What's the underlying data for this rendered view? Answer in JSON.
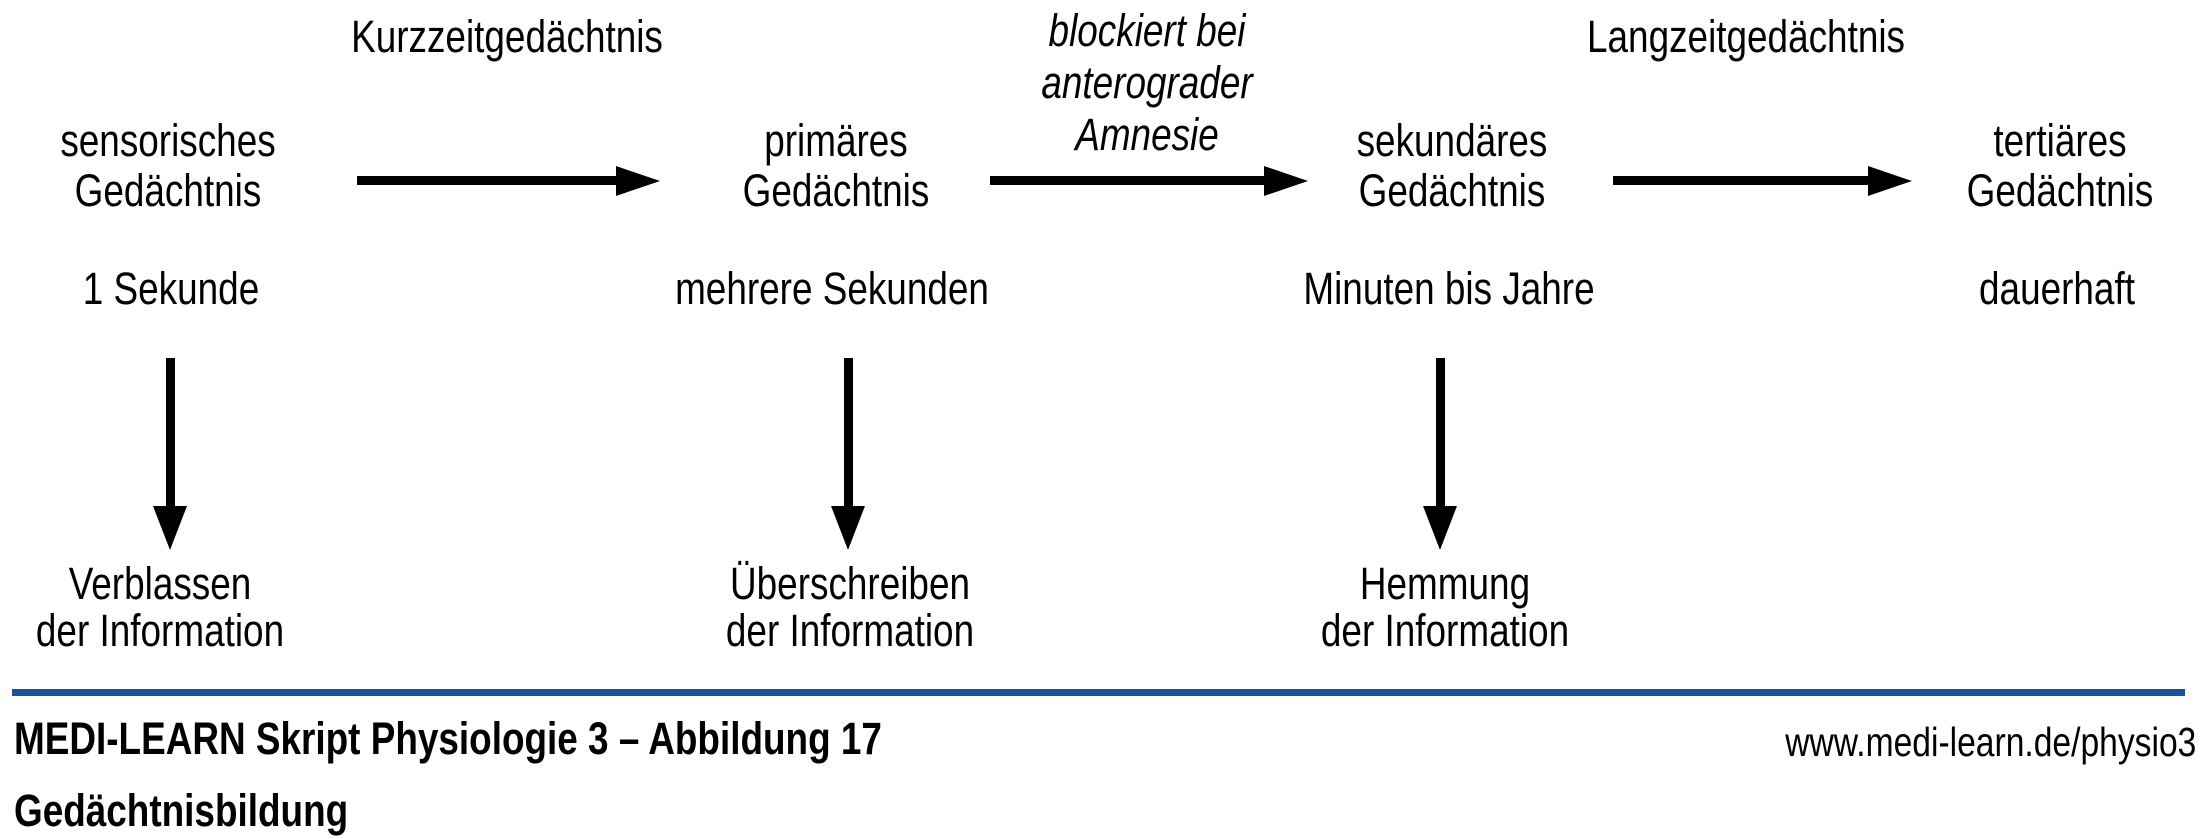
{
  "figure": {
    "headers": {
      "kurzzeit": "Kurzzeitgedächtnis",
      "langzeit": "Langzeitgedächtnis"
    },
    "blocked_note": [
      "blockiert bei",
      "anterograder",
      "Amnesie"
    ],
    "stages": [
      {
        "name": [
          "sensorisches",
          "Gedächtnis"
        ],
        "duration": "1 Sekunde",
        "decay": [
          "Verblassen",
          "der Information"
        ]
      },
      {
        "name": [
          "primäres",
          "Gedächtnis"
        ],
        "duration": "mehrere Sekunden",
        "decay": [
          "Überschreiben",
          "der Information"
        ]
      },
      {
        "name": [
          "sekundäres",
          "Gedächtnis"
        ],
        "duration": "Minuten bis Jahre",
        "decay": [
          "Hemmung",
          "der Information"
        ]
      },
      {
        "name": [
          "tertiäres",
          "Gedächtnis"
        ],
        "duration": "dauerhaft"
      }
    ]
  },
  "footer": {
    "source": "MEDI-LEARN Skript Physiologie 3 – Abbildung 17",
    "title": "Gedächtnisbildung",
    "url": "www.medi-learn.de/physio3"
  },
  "colors": {
    "rule_blue": "#1a529b",
    "text": "#000000",
    "background": "#ffffff"
  }
}
